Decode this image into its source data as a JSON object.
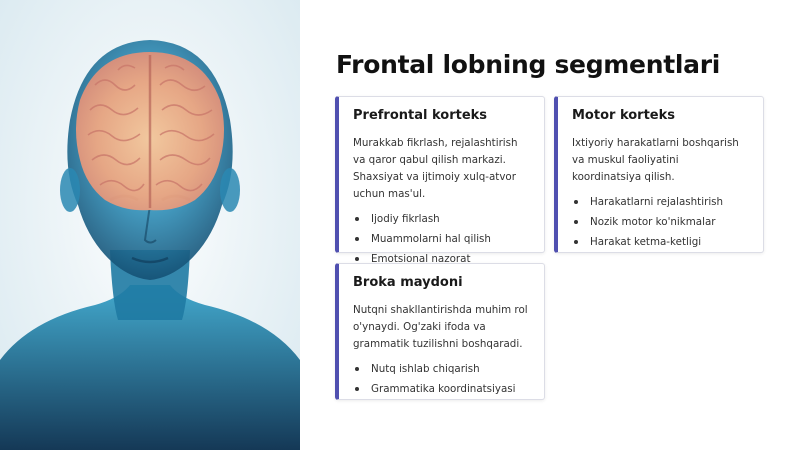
{
  "title": "Frontal lobning segmentlari",
  "colors": {
    "accent": "#5050b0",
    "text": "#333333",
    "title": "#111111"
  },
  "illustration": {
    "icon": "human-head-brain-illustration"
  },
  "cards": [
    {
      "title": "Prefrontal korteks",
      "description": "Murakkab fikrlash, rejalashtirish va qaror qabul qilish markazi. Shaxsiyat va ijtimoiy xulq-atvor uchun mas'ul.",
      "items": [
        "Ijodiy fikrlash",
        "Muammolarni hal qilish",
        "Emotsional nazorat"
      ]
    },
    {
      "title": "Motor korteks",
      "description": "Ixtiyoriy harakatlarni boshqarish va muskul faoliyatini koordinatsiya qilish.",
      "items": [
        "Harakatlarni rejalashtirish",
        "Nozik motor ko'nikmalar",
        "Harakat ketma-ketligi"
      ]
    },
    {
      "title": "Broka maydoni",
      "description": "Nutqni shakllantirishda muhim rol o'ynaydi. Og'zaki ifoda va grammatik tuzilishni boshqaradi.",
      "items": [
        "Nutq ishlab chiqarish",
        "Grammatika koordinatsiyasi"
      ]
    }
  ]
}
